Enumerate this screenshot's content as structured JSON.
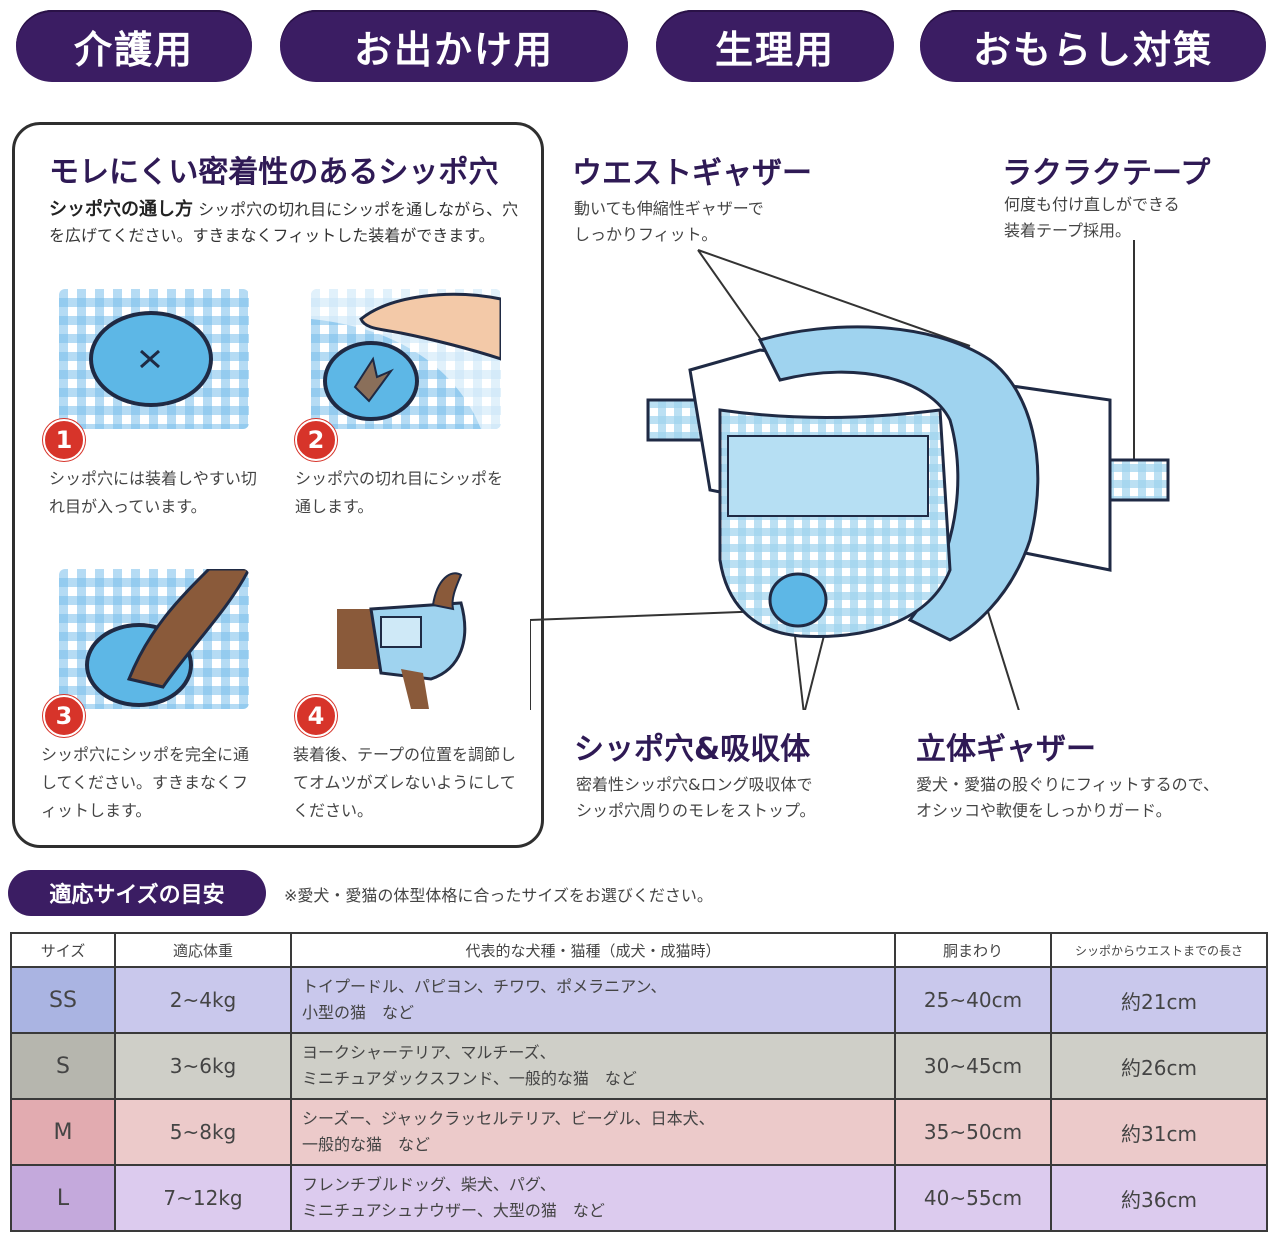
{
  "categories": [
    "介護用",
    "お出かけ用",
    "生理用",
    "おもらし対策"
  ],
  "how_to": {
    "title": "モレにくい密着性のあるシッポ穴",
    "subtitle_bold": "シッポ穴の通し方",
    "subtitle_text": "シッポ穴の切れ目にシッポを通しながら、穴を広げてください。すきまなくフィットした装着ができます。",
    "steps": [
      {
        "num": "1",
        "text": "シッポ穴には装着しやすい切れ目が入っています。"
      },
      {
        "num": "2",
        "text": "シッポ穴の切れ目にシッポを通します。"
      },
      {
        "num": "3",
        "text": "シッポ穴にシッポを完全に通してください。すきまなくフィットします。"
      },
      {
        "num": "4",
        "text": "装着後、テープの位置を調節してオムツがズレないようにしてください。"
      }
    ]
  },
  "features": {
    "waist": {
      "title": "ウエストギャザー",
      "desc1": "動いても伸縮性ギャザーで",
      "desc2": "しっかりフィット。"
    },
    "tape": {
      "title": "ラクラクテープ",
      "desc1": "何度も付け直しができる",
      "desc2": "装着テープ採用。"
    },
    "hole": {
      "title": "シッポ穴&吸収体",
      "desc1": "密着性シッポ穴&ロング吸収体で",
      "desc2": "シッポ穴周りのモレをストップ。"
    },
    "gather": {
      "title": "立体ギャザー",
      "desc1": "愛犬・愛猫の股ぐりにフィットするので、",
      "desc2": "オシッコや軟便をしっかりガード。"
    }
  },
  "size_guide": {
    "title": "適応サイズの目安",
    "note": "※愛犬・愛猫の体型体格に合ったサイズをお選びください。",
    "headers": [
      "サイズ",
      "適応体重",
      "代表的な犬種・猫種（成犬・成猫時）",
      "胴まわり",
      "シッポからウエストまでの長さ"
    ],
    "rows": [
      {
        "size": "SS",
        "weight": "2~4kg",
        "breeds1": "トイプードル、パピヨン、チワワ、ポメラニアン、",
        "breeds2": "小型の猫　など",
        "waist": "25~40cm",
        "length": "約21cm",
        "color": "#c9c8ec",
        "color_size": "#aab4e2"
      },
      {
        "size": "S",
        "weight": "3~6kg",
        "breeds1": "ヨークシャーテリア、マルチーズ、",
        "breeds2": "ミニチュアダックスフンド、一般的な猫　など",
        "waist": "30~45cm",
        "length": "約26cm",
        "color": "#cfcfc8",
        "color_size": "#b6b6ae"
      },
      {
        "size": "M",
        "weight": "5~8kg",
        "breeds1": "シーズー、ジャックラッセルテリア、ビーグル、日本犬、",
        "breeds2": "一般的な猫　など",
        "waist": "35~50cm",
        "length": "約31cm",
        "color": "#eccaca",
        "color_size": "#e2abb0"
      },
      {
        "size": "L",
        "weight": "7~12kg",
        "breeds1": "フレンチブルドッグ、柴犬、パグ、",
        "breeds2": "ミニチュアシュナウザー、大型の猫　など",
        "waist": "40~55cm",
        "length": "約36cm",
        "color": "#dccbee",
        "color_size": "#c4a9dc"
      }
    ]
  }
}
